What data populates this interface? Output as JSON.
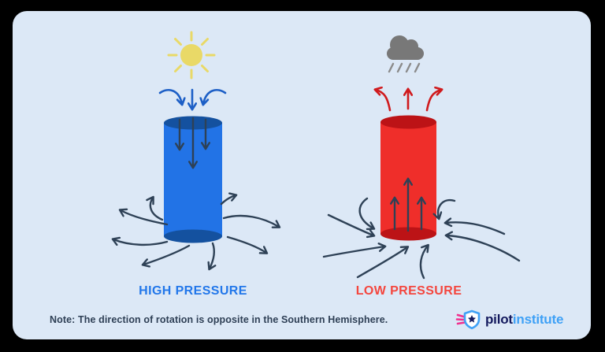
{
  "title": "High pressure vs low pressure air circulation diagram",
  "colors": {
    "page_background": "#000000",
    "card_background": "#dce8f6",
    "navy_arrow": "#2e4156",
    "blue_text": "#2277ea",
    "blue_cylinder": "#2273e6",
    "blue_cylinder_dark": "#14519f",
    "blue_arrow": "#1d5fc6",
    "red_text": "#f4463e",
    "red_cylinder": "#ef2e2a",
    "red_cylinder_dark": "#bc1316",
    "red_arrow": "#d01a1d",
    "sun_yellow": "#e9d967",
    "cloud_gray": "#787878",
    "rain_gray": "#8b8b8b",
    "logo_navy": "#141a5e",
    "logo_blue": "#3fa1f6",
    "logo_pink": "#f0308f"
  },
  "high_pressure": {
    "label": "HIGH PRESSURE",
    "weather_icon": "sun-icon"
  },
  "low_pressure": {
    "label": "LOW PRESSURE",
    "weather_icon": "rain-cloud-icon"
  },
  "note": {
    "text": "Note: The direction of rotation is opposite in the Southern Hemisphere."
  },
  "logo": {
    "brand_primary": "pilot",
    "brand_secondary": "institute"
  }
}
